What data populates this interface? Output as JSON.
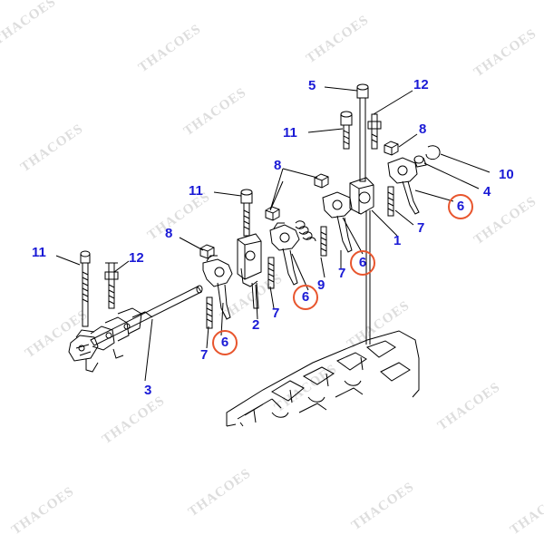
{
  "watermark": "THACOES",
  "callouts": {
    "c1": "1",
    "c2": "2",
    "c3": "3",
    "c4": "4",
    "c5": "5",
    "c6a": "6",
    "c6b": "6",
    "c6c": "6",
    "c6d": "6",
    "c7a": "7",
    "c7b": "7",
    "c7c": "7",
    "c7d": "7",
    "c8a": "8",
    "c8b": "8",
    "c8c": "8",
    "c9": "9",
    "c10": "10",
    "c11a": "11",
    "c11b": "11",
    "c11c": "11",
    "c12a": "12",
    "c12b": "12"
  },
  "colors": {
    "label": "#1a1ad6",
    "highlight": "#e8552d",
    "line": "#000000",
    "watermark": "#cfcfcf"
  }
}
